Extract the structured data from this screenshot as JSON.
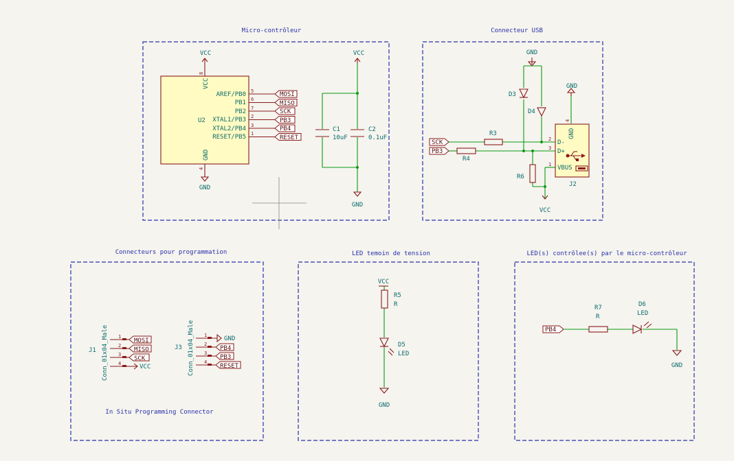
{
  "frames": [
    {
      "title": "Micro-contrôleur"
    },
    {
      "title": "Connecteur USB"
    },
    {
      "title": "Connecteurs pour programmation"
    },
    {
      "title": "LED temoin de tension"
    },
    {
      "title": "LED(s) contrôlee(s) par le micro-contrôleur"
    }
  ],
  "power": {
    "vcc": "VCC",
    "gnd": "GND"
  },
  "u2": {
    "ref": "U2",
    "vcc_pin": "8",
    "gnd_pin": "4",
    "vcc_name": "VCC",
    "gnd_name": "GND",
    "pins": [
      {
        "num": "5",
        "name": "AREF/PB0",
        "label": "MOSI"
      },
      {
        "num": "6",
        "name": "PB1",
        "label": "MISO"
      },
      {
        "num": "7",
        "name": "PB2",
        "label": "SCK"
      },
      {
        "num": "2",
        "name": "XTAL1/PB3",
        "label": "PB3"
      },
      {
        "num": "3",
        "name": "XTAL2/PB4",
        "label": "PB4"
      },
      {
        "num": "1",
        "name": "RESET/PB5",
        "label": "RESET"
      }
    ]
  },
  "c1": {
    "ref": "C1",
    "value": "10uF"
  },
  "c2": {
    "ref": "C2",
    "value": "0.1uF"
  },
  "usb": {
    "d3": "D3",
    "d4": "D4",
    "r3": "R3",
    "r4": "R4",
    "r6": "R6",
    "j2": "J2",
    "labels": {
      "sck": "SCK",
      "pb3": "PB3"
    },
    "pins": [
      {
        "num": "4",
        "name": "GND"
      },
      {
        "num": "2",
        "name": "D-"
      },
      {
        "num": "3",
        "name": "D+"
      },
      {
        "num": "1",
        "name": "VBUS"
      }
    ]
  },
  "j1": {
    "ref": "J1",
    "value": "Conn_01x04_Male",
    "pins": [
      {
        "num": "1",
        "label": "MOSI"
      },
      {
        "num": "2",
        "label": "MISO"
      },
      {
        "num": "3",
        "label": "SCK"
      },
      {
        "num": "4",
        "label": "VCC"
      }
    ]
  },
  "j3": {
    "ref": "J3",
    "value": "Conn_01x04_Male",
    "pins": [
      {
        "num": "1",
        "label": "GND"
      },
      {
        "num": "2",
        "label": "PB4"
      },
      {
        "num": "3",
        "label": "PB3"
      },
      {
        "num": "4",
        "label": "RESET"
      }
    ]
  },
  "isp_note": "In Situ Programming Connector",
  "r5": {
    "ref": "R5",
    "value": "R"
  },
  "d5": {
    "ref": "D5",
    "value": "LED"
  },
  "r7": {
    "ref": "R7",
    "value": "R"
  },
  "d6": {
    "ref": "D6",
    "value": "LED"
  },
  "led_label": "PB4",
  "colors": {
    "frame": "#2830a8",
    "wire": "#0c9a12",
    "component": "#8b1a1a",
    "body": "#fffbc2",
    "text": "#0b6b6b",
    "background": "#f5f4ef"
  }
}
